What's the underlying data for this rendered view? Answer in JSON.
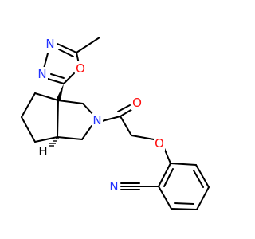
{
  "colors": {
    "bond": "#000000",
    "nitrogen": "#2233ff",
    "oxygen": "#ff0d0d",
    "carbon": "#000000"
  },
  "atoms": {
    "n_oxadiazole_top": "N",
    "n_oxadiazole_bottom": "N",
    "o_oxadiazole": "O",
    "n_pyrrolidine": "N",
    "o_carbonyl": "O",
    "o_ether": "O",
    "n_nitrile": "N",
    "h_stereo": "H"
  }
}
